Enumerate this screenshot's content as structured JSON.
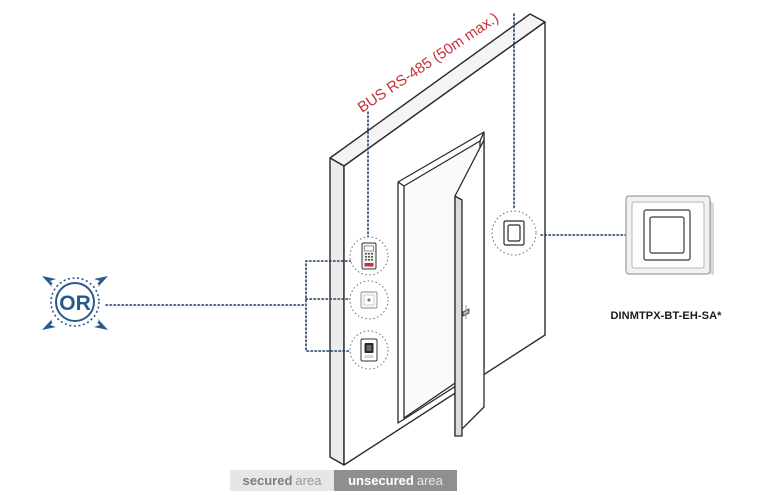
{
  "bus_label": "BUS RS-485 (50m max.)",
  "or_label": "OR",
  "device_caption": "DINMTPX-BT-EH-SA*",
  "areas": {
    "secured_strong": "secured",
    "secured_word": "area",
    "unsecured_strong": "unsecured",
    "unsecured_word": "area"
  },
  "colors": {
    "bus_text": "#c8313a",
    "or_icon": "#2a5a8c",
    "connector": "#1f3f66",
    "wall_stroke": "#2a2a2a"
  },
  "icons": [
    "or-compass-icon",
    "keypad-reader-icon",
    "proximity-reader-icon",
    "fingerprint-reader-icon",
    "wall-reader-icon",
    "device-icon"
  ]
}
